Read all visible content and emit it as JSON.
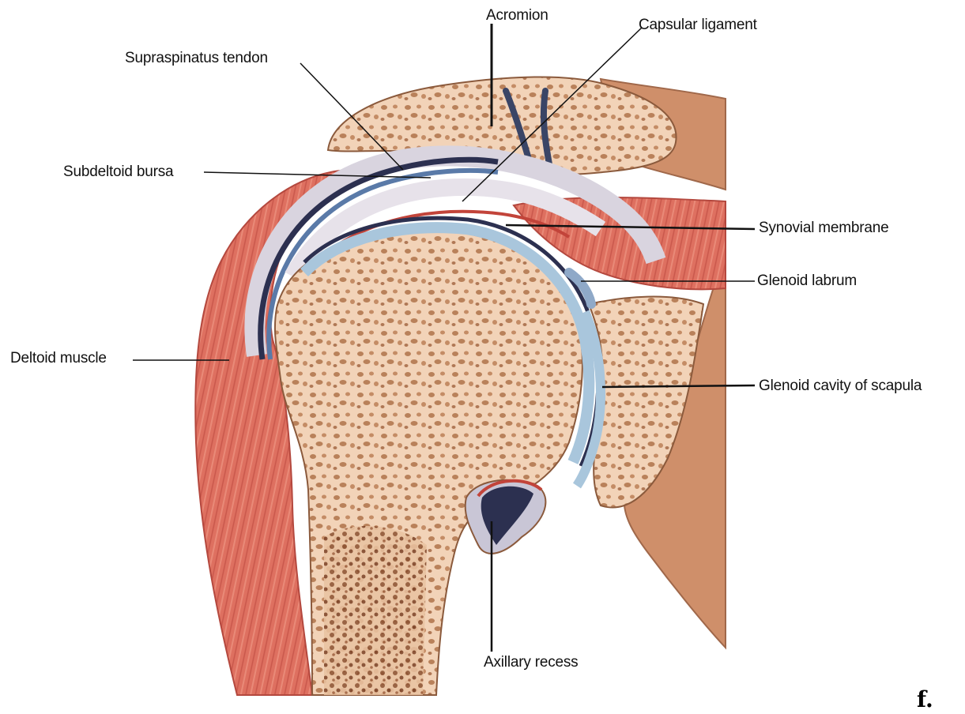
{
  "diagram": {
    "labels": {
      "acromion": "Acromion",
      "capsular_ligament": "Capsular ligament",
      "supraspinatus_tendon": "Supraspinatus tendon",
      "subdeltoid_bursa": "Subdeltoid bursa",
      "synovial_membrane": "Synovial membrane",
      "glenoid_labrum": "Glenoid labrum",
      "deltoid_muscle": "Deltoid muscle",
      "glenoid_cavity": "Glenoid cavity of scapula",
      "axillary_recess": "Axillary recess"
    },
    "colors": {
      "bone": "#f2d3b8",
      "bone_pore": "#b9815a",
      "muscle": "#de7060",
      "muscle_dark": "#b4483e",
      "cartilage": "#a9c6dc",
      "bursa_dark": "#2c3050",
      "ligament": "#d9d4df",
      "scapula_brown": "#cf8f6a"
    }
  }
}
